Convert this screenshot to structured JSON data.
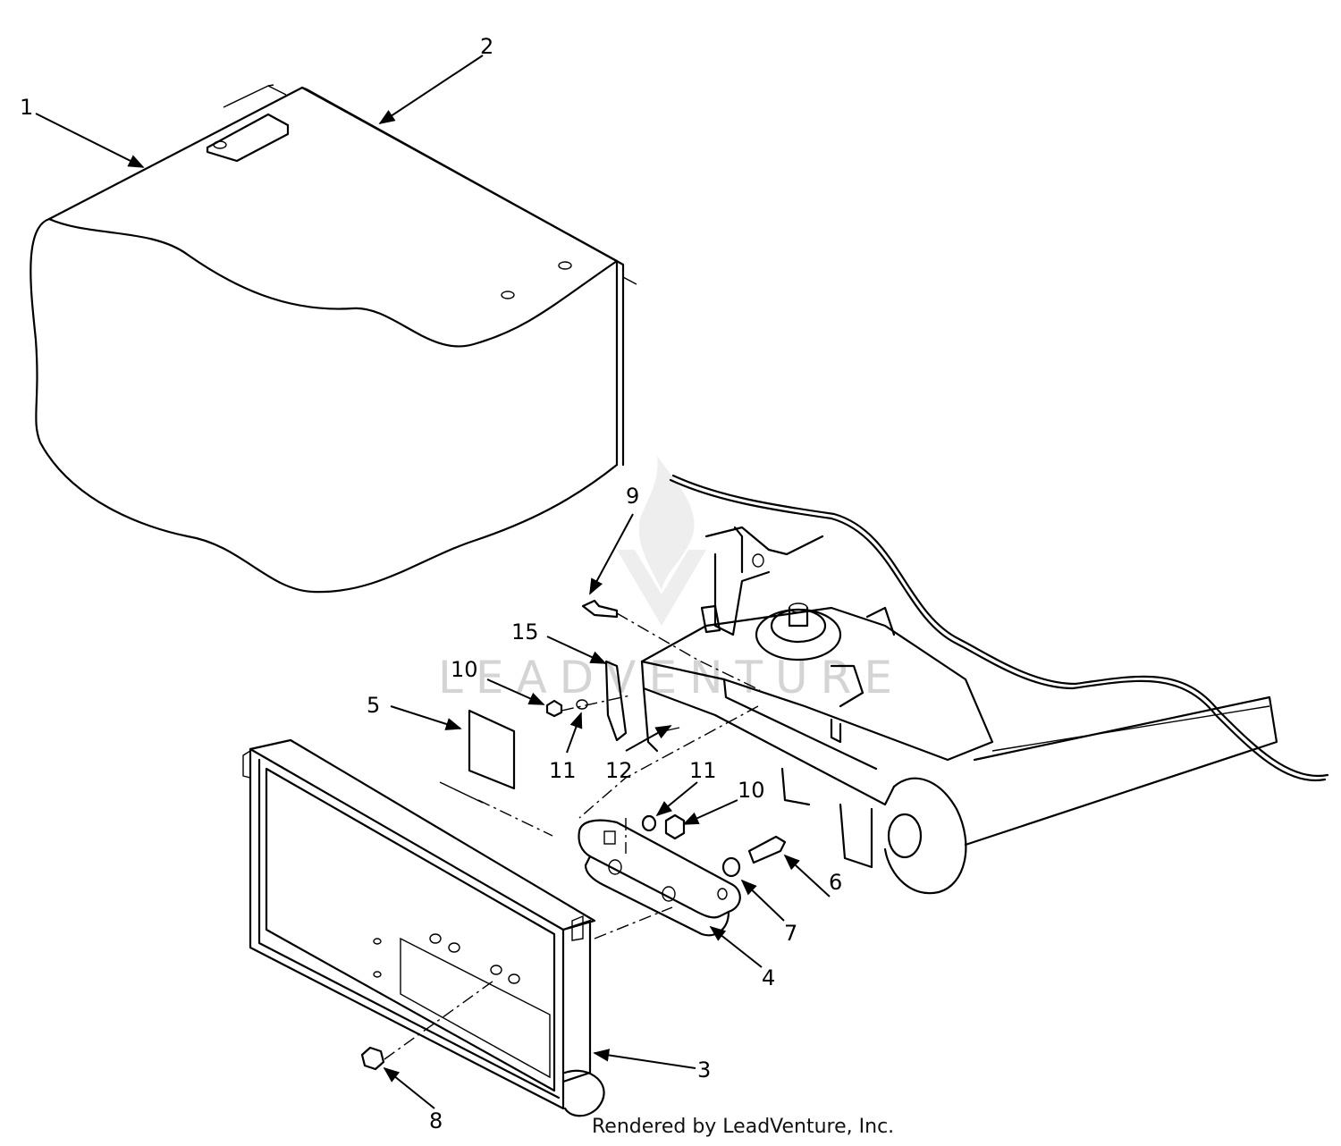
{
  "watermark": {
    "text": "LEADVENTURE"
  },
  "footer": {
    "rendered_by": "Rendered by LeadVenture, Inc."
  },
  "callouts": [
    {
      "label": "1"
    },
    {
      "label": "2"
    },
    {
      "label": "3"
    },
    {
      "label": "4"
    },
    {
      "label": "5"
    },
    {
      "label": "6"
    },
    {
      "label": "7"
    },
    {
      "label": "8"
    },
    {
      "label": "9"
    },
    {
      "label": "10"
    },
    {
      "label": "10"
    },
    {
      "label": "11"
    },
    {
      "label": "11"
    },
    {
      "label": "12"
    },
    {
      "label": "15"
    }
  ]
}
